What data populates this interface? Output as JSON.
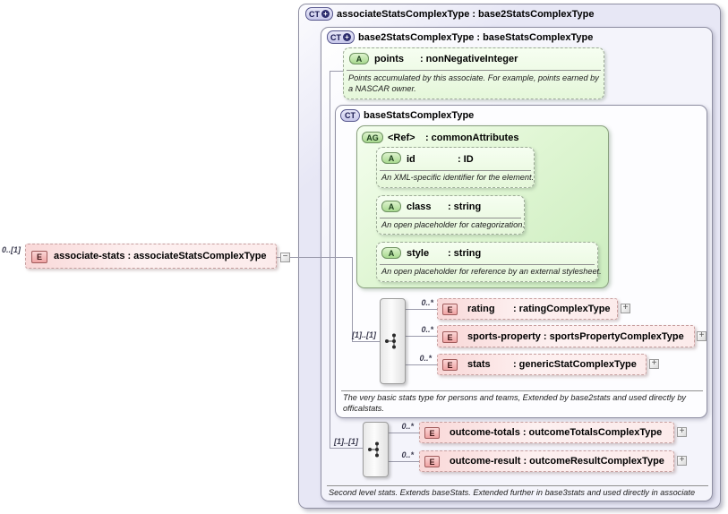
{
  "colon": ":",
  "icons": {
    "plus_circle": "+",
    "expand": "+",
    "collapse": "−"
  },
  "diagram": {
    "source_element": {
      "cardinality": "0..[1]",
      "badge": "E",
      "name": "associate-stats",
      "type": "associateStatsComplexType"
    },
    "associate_ct": {
      "badge": "CT",
      "name": "associateStatsComplexType",
      "base": "base2StatsComplexType"
    },
    "base2_ct": {
      "badge": "CT",
      "name": "base2StatsComplexType",
      "base": "baseStatsComplexType",
      "annotation": "Second level stats. Extends baseStats. Extended further in base3stats and used directly in associate"
    },
    "points_attr": {
      "badge": "A",
      "name": "points",
      "type": "nonNegativeInteger",
      "annotation": "Points accumulated by this associate. For example, points earned by a NASCAR owner."
    },
    "basestats_ct": {
      "badge": "CT",
      "name": "baseStatsComplexType",
      "annotation": "The very basic stats type for persons and teams, Extended by base2stats and used directly by officalstats."
    },
    "attribute_group": {
      "badge": "AG",
      "name": "<Ref>",
      "type": "commonAttributes"
    },
    "attributes": [
      {
        "badge": "A",
        "name": "id",
        "type": "ID",
        "annotation": "An XML-specific identifier for the element."
      },
      {
        "badge": "A",
        "name": "class",
        "type": "string",
        "annotation": "An open placeholder for categorization."
      },
      {
        "badge": "A",
        "name": "style",
        "type": "string",
        "annotation": "An open placeholder for reference by an external stylesheet."
      }
    ],
    "sequence1": {
      "cardinality": "[1]..[1]",
      "items": [
        {
          "cardinality": "0..*",
          "badge": "E",
          "name": "rating",
          "type": "ratingComplexType"
        },
        {
          "cardinality": "0..*",
          "badge": "E",
          "name": "sports-property",
          "type": "sportsPropertyComplexType"
        },
        {
          "cardinality": "0..*",
          "badge": "E",
          "name": "stats",
          "type": "genericStatComplexType"
        }
      ]
    },
    "sequence2": {
      "cardinality": "[1]..[1]",
      "items": [
        {
          "cardinality": "0..*",
          "badge": "E",
          "name": "outcome-totals",
          "type": "outcomeTotalsComplexType"
        },
        {
          "cardinality": "0..*",
          "badge": "E",
          "name": "outcome-result",
          "type": "outcomeResultComplexType"
        }
      ]
    }
  }
}
